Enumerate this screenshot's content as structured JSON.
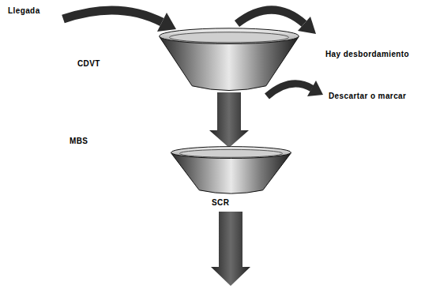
{
  "diagram": {
    "nodes": [
      {
        "text": [
          "CDVT"
        ]
      },
      {
        "text": [
          "MBS",
          "SCR"
        ]
      }
    ],
    "edges": [
      {
        "from": 0,
        "to": 1,
        "arrow": "to"
      }
    ],
    "labels": [
      "Llegada",
      "Hay desbordamiento",
      "Descartar o marcar"
    ]
  }
}
